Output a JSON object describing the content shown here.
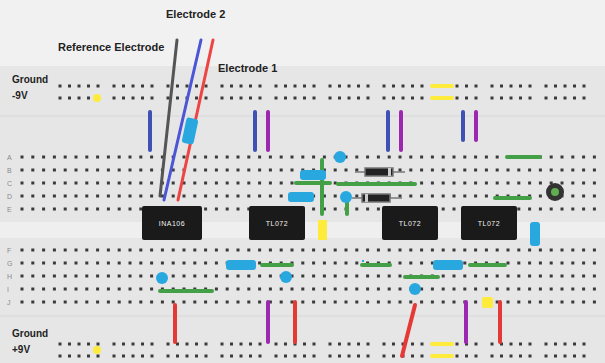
{
  "diagram": {
    "nodes": [
      {
        "text": [
          "INA106"
        ]
      },
      {
        "text": [
          "TL072"
        ]
      },
      {
        "text": [
          "TL072"
        ]
      },
      {
        "text": [
          "TL072"
        ]
      }
    ],
    "labels": [
      "Electrode 2",
      "Reference Electrode",
      "Electrode 1",
      "Ground -9V",
      "Ground +9V",
      "A",
      "B",
      "C",
      "D",
      "E",
      "F",
      "G",
      "H",
      "I",
      "J"
    ]
  }
}
